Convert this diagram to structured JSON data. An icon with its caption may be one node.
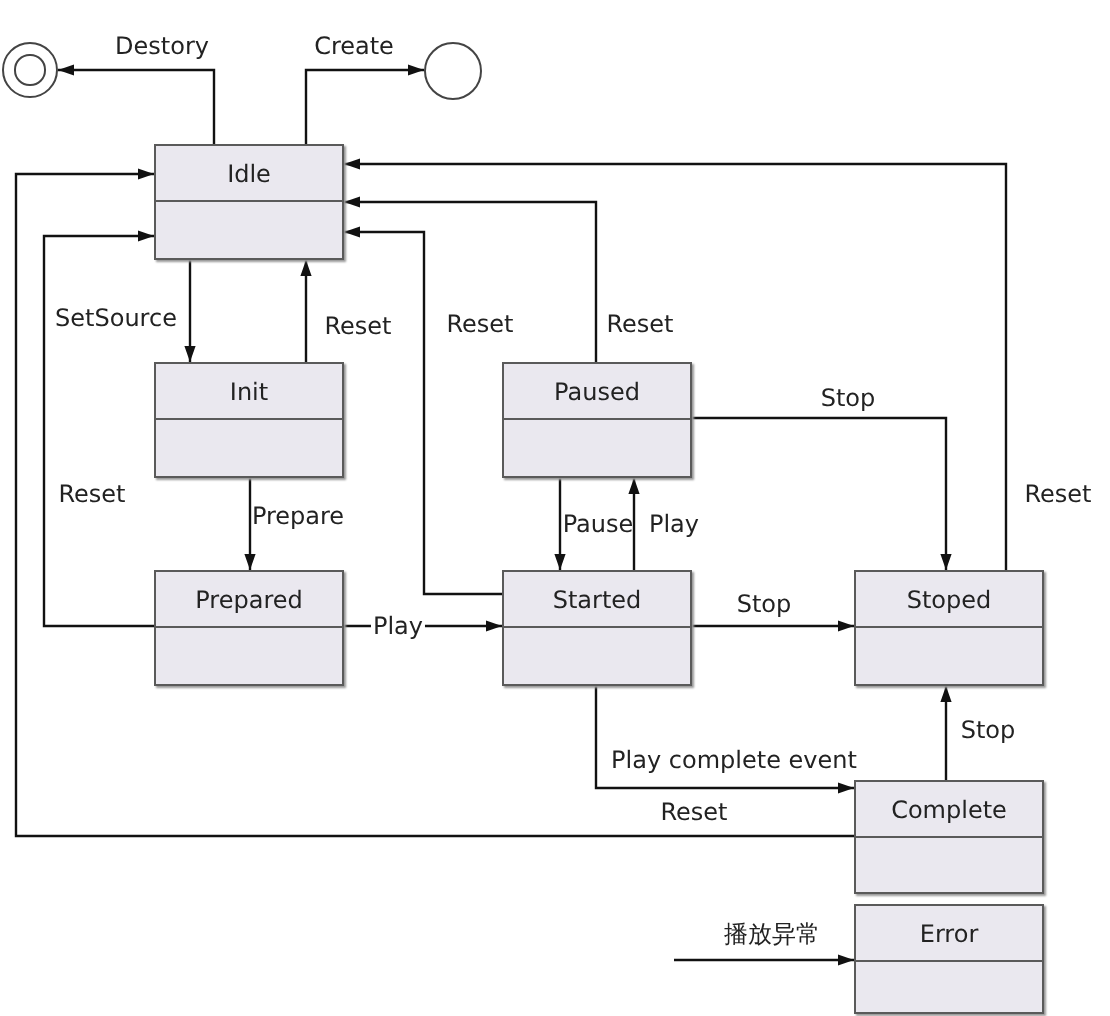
{
  "diagram": {
    "nodes": [
      {
        "text": [],
        "shape": "circle"
      },
      {
        "text": [],
        "shape": "circle"
      },
      {
        "text": [
          "Idle"
        ]
      },
      {
        "text": [
          "Init"
        ]
      },
      {
        "text": [
          "Paused"
        ]
      },
      {
        "text": [
          "Prepared"
        ]
      },
      {
        "text": [
          "Started"
        ]
      },
      {
        "text": [
          "Stoped"
        ]
      },
      {
        "text": [
          "Complete"
        ]
      },
      {
        "text": [
          "Error"
        ]
      }
    ],
    "edges": [
      {
        "from": 2,
        "to": 0,
        "arrow": "to",
        "label": "Destory"
      },
      {
        "from": 2,
        "to": 1,
        "arrow": "to",
        "label": "Create"
      },
      {
        "from": 2,
        "to": 3,
        "arrow": "to",
        "label": "SetSource"
      },
      {
        "from": 3,
        "to": 2,
        "arrow": "to",
        "label": "Reset"
      },
      {
        "from": 5,
        "to": 2,
        "arrow": "to",
        "label": "Reset"
      },
      {
        "from": 8,
        "to": 2,
        "arrow": "to",
        "label": "Reset"
      },
      {
        "from": 6,
        "to": 2,
        "arrow": "to",
        "label": "Reset"
      },
      {
        "from": 4,
        "to": 2,
        "arrow": "to",
        "label": "Reset"
      },
      {
        "from": 7,
        "to": 2,
        "arrow": "to",
        "label": "Reset"
      },
      {
        "from": 3,
        "to": 5,
        "arrow": "to",
        "label": "Prepare"
      },
      {
        "from": 5,
        "to": 6,
        "arrow": "to",
        "label": "Play"
      },
      {
        "from": 4,
        "to": 7,
        "arrow": "to",
        "label": "Stop"
      },
      {
        "from": 6,
        "to": 4,
        "arrow": "to",
        "label": "Play"
      },
      {
        "from": 4,
        "to": 6,
        "arrow": "to",
        "label": "Pause"
      },
      {
        "from": 6,
        "to": 7,
        "arrow": "to",
        "label": "Stop"
      },
      {
        "from": 6,
        "to": 8,
        "arrow": "to",
        "label": "Play complete event"
      },
      {
        "from": 8,
        "to": 7,
        "arrow": "to",
        "label": "Stop"
      },
      {
        "from": null,
        "to": 9,
        "arrow": "to",
        "label": "播放异常"
      }
    ]
  }
}
